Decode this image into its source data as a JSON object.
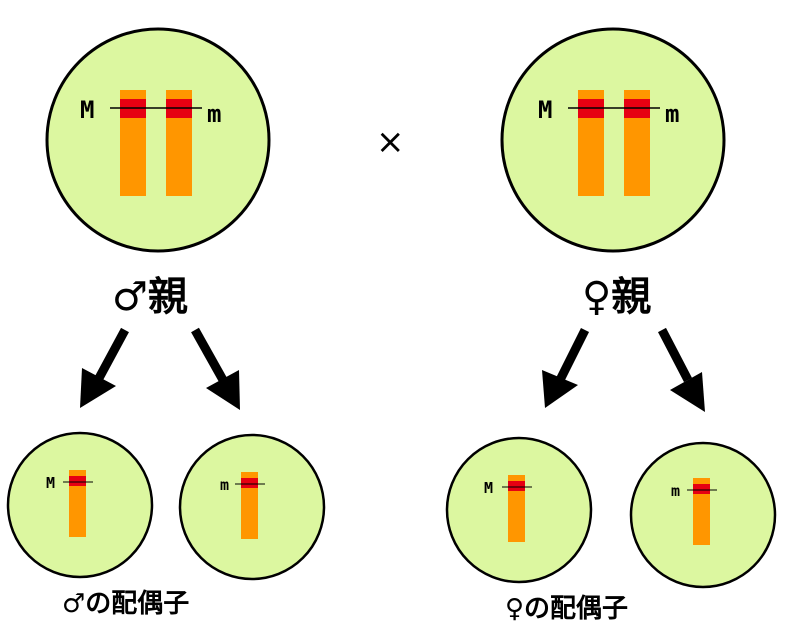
{
  "colors": {
    "cell_fill": "#dcf7a0",
    "cell_stroke": "#000000",
    "chromosome": "#ff9600",
    "gene_band": "#e60012",
    "arrow": "#000000"
  },
  "cross_symbol": "×",
  "parents": {
    "male": {
      "label": "♂親",
      "genes": [
        "M",
        "m"
      ]
    },
    "female": {
      "label": "♀親",
      "genes": [
        "M",
        "m"
      ]
    }
  },
  "gametes": {
    "male": {
      "label": "♂の配偶子",
      "genes": [
        "M",
        "m"
      ]
    },
    "female": {
      "label": "♀の配偶子",
      "genes": [
        "M",
        "m"
      ]
    }
  }
}
